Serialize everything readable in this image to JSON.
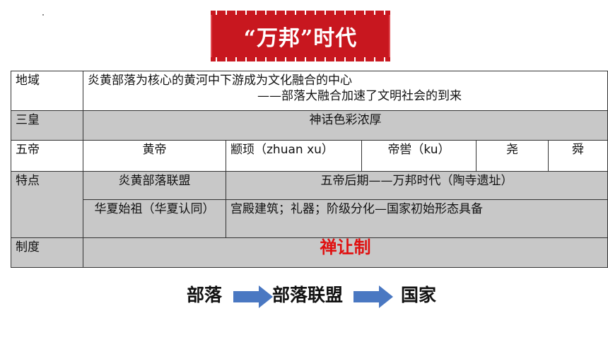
{
  "title": "“万邦”时代",
  "table": {
    "rows": {
      "diyu": {
        "label": "地域",
        "line1": "炎黄部落为核心的黄河中下游成为文化融合的中心",
        "line2": "——部落大融合加速了文明社会的到来"
      },
      "sanhuang": {
        "label": "三皇",
        "value": "神话色彩浓厚"
      },
      "wudi": {
        "label": "五帝",
        "cells": [
          "黄帝",
          "颛顼（zhuan xu）",
          "帝喾（ku）",
          "尧",
          "舜"
        ]
      },
      "tedian": {
        "label": "特点",
        "left1": "炎黄部落联盟",
        "right1": "五帝后期——万邦时代（陶寺遗址）",
        "left2": "华夏始祖（华夏认同）",
        "right2": "宫殿建筑；礼器；阶级分化—国家初始形态具备"
      },
      "zhidu": {
        "label": "制度",
        "value": "禅让制"
      }
    }
  },
  "flow": {
    "steps": [
      "部落",
      "部落联盟",
      "国家"
    ],
    "arrow_color": "#4a78c2"
  },
  "colors": {
    "banner_red": "#c8171f",
    "highlight_red": "#e01010",
    "cell_gray": "#c8c8c8"
  }
}
